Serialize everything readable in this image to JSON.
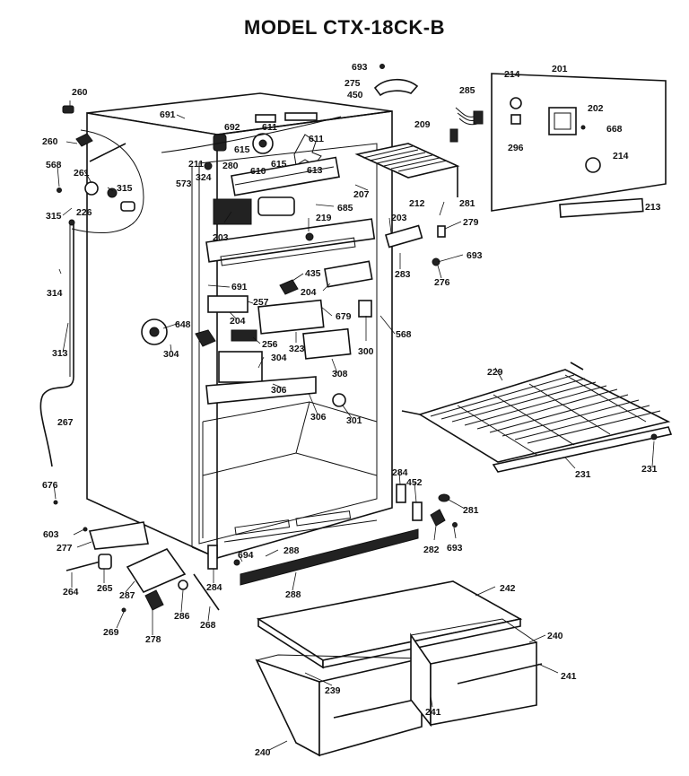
{
  "title": "MODEL CTX-18CK-B",
  "labels": {
    "l693a": "693",
    "l275": "275",
    "l450": "450",
    "l285": "285",
    "l209": "209",
    "l214a": "214",
    "l201": "201",
    "l202": "202",
    "l668": "668",
    "l296": "296",
    "l214b": "214",
    "l260a": "260",
    "l691a": "691",
    "l692": "692",
    "l611a": "611",
    "l615a": "615",
    "l611b": "611",
    "l610": "610",
    "l615b": "615",
    "l613": "613",
    "l260b": "260",
    "l568a": "568",
    "l261": "261",
    "l315a": "315",
    "l211": "211",
    "l280": "280",
    "l573": "573",
    "l324": "324",
    "l207": "207",
    "l212": "212",
    "l281a": "281",
    "l213": "213",
    "l315b": "315",
    "l226": "226",
    "l685": "685",
    "l219": "219",
    "l203a": "203",
    "l279": "279",
    "l203b": "203",
    "l693b": "693",
    "l283": "283",
    "l276": "276",
    "l435": "435",
    "l204a": "204",
    "l314": "314",
    "l691b": "691",
    "l257": "257",
    "l679": "679",
    "l204b": "204",
    "l648": "648",
    "l256": "256",
    "l323": "323",
    "l568b": "568",
    "l300": "300",
    "l313": "313",
    "l304a": "304",
    "l304b": "304",
    "l308": "308",
    "l229": "229",
    "l306a": "306",
    "l306b": "306",
    "l301": "301",
    "l267": "267",
    "l231a": "231",
    "l231b": "231",
    "l284a": "284",
    "l452": "452",
    "l281b": "281",
    "l676": "676",
    "l603": "603",
    "l277": "277",
    "l282": "282",
    "l693c": "693",
    "l694": "694",
    "l288a": "288",
    "l264": "264",
    "l265": "265",
    "l287": "287",
    "l284b": "284",
    "l288b": "288",
    "l242": "242",
    "l269": "269",
    "l278": "278",
    "l286": "286",
    "l268": "268",
    "l240a": "240",
    "l239": "239",
    "l241a": "241",
    "l241b": "241",
    "l240b": "240"
  }
}
